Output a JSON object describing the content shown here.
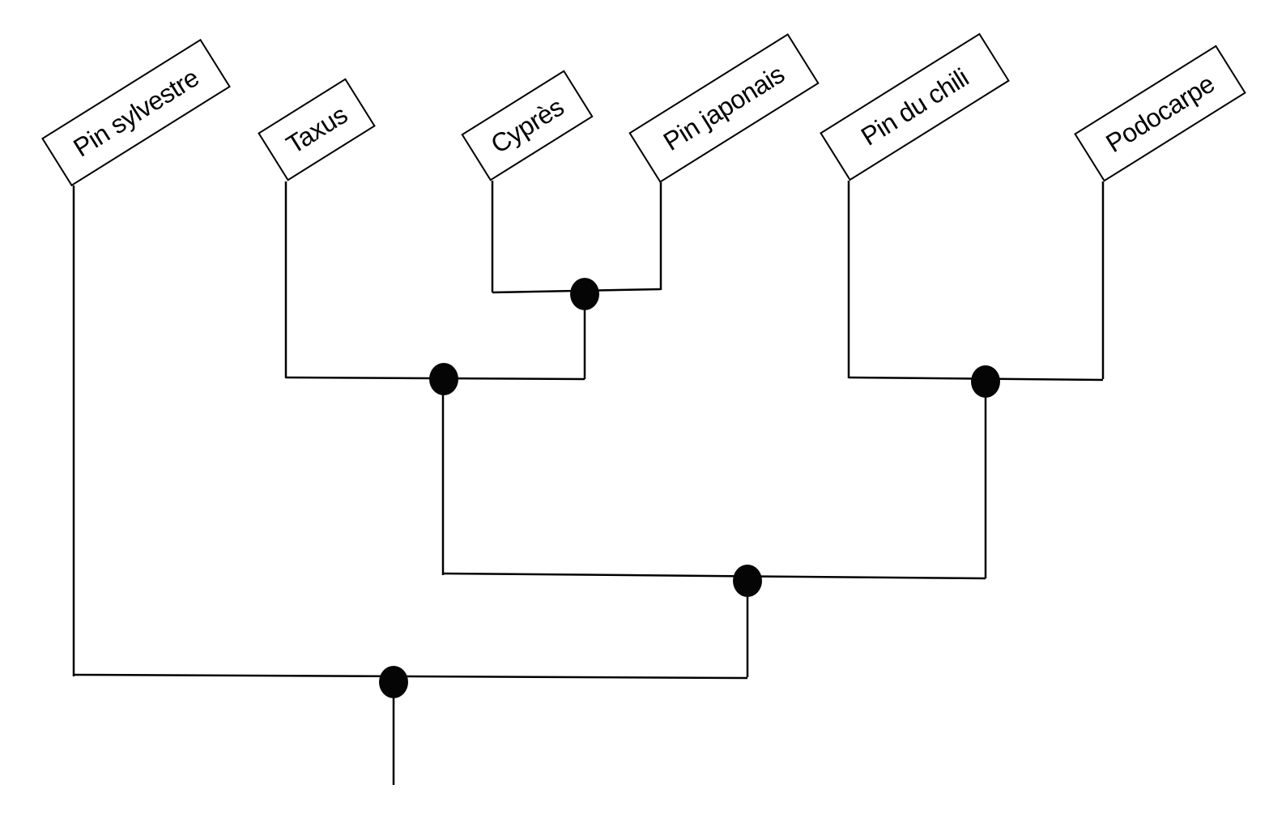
{
  "diagram": {
    "type": "cladogram",
    "orientation": "leaves-top-root-bottom",
    "background_color": "#ffffff",
    "line_color": "#000000",
    "node_color": "#050505",
    "taxa": [
      {
        "label": "Pin sylvestre"
      },
      {
        "label": "Taxus"
      },
      {
        "label": "Cyprès"
      },
      {
        "label": "Pin japonais"
      },
      {
        "label": "Pin du chili"
      },
      {
        "label": "Podocarpe"
      }
    ],
    "topology_newick": "(Pin sylvestre,((Taxus,(Cyprès,Pin japonais)),(Pin du chili,Podocarpe)));",
    "internal_nodes": [
      {
        "id": "node-cypres-japonais",
        "joins": [
          "Cyprès",
          "Pin japonais"
        ]
      },
      {
        "id": "node-taxus-clade",
        "joins": [
          "Taxus",
          "node-cypres-japonais"
        ]
      },
      {
        "id": "node-chili-podocarpe",
        "joins": [
          "Pin du chili",
          "Podocarpe"
        ]
      },
      {
        "id": "node-central-clade",
        "joins": [
          "node-taxus-clade",
          "node-chili-podocarpe"
        ]
      },
      {
        "id": "node-root",
        "joins": [
          "Pin sylvestre",
          "node-central-clade"
        ],
        "root": true
      }
    ]
  }
}
